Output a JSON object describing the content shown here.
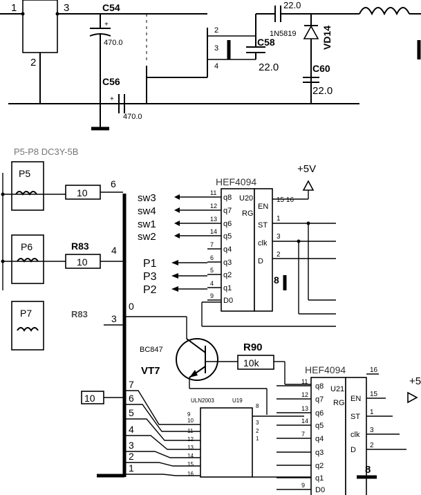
{
  "top": {
    "ref_c54": "C54",
    "val_c54": "470.0",
    "ref_c56": "C56",
    "val_c56": "470.0",
    "ref_c58": "C58",
    "val_c58": "22.0",
    "ref_c60": "C60",
    "val_c60": "22.0",
    "val_c_top": "22.0",
    "diode_part": "1N5819",
    "diode_ref": "VD14",
    "pin_1": "1",
    "pin_2": "2",
    "pin_3": "3",
    "ic_pin_2": "2",
    "ic_pin_3": "3",
    "ic_pin_4": "4",
    "cut_label": "P5-P8  DC3Y-5B"
  },
  "sensors": {
    "p5": "P5",
    "p6": "P6",
    "p7": "P7",
    "r_p5": "10",
    "r_p6": "10",
    "r_p6_ref": "R83",
    "r_p7_ref": "R83",
    "node_6": "6",
    "node_4": "4",
    "node_3": "3",
    "node_0": "0",
    "r_bus_lower": "10"
  },
  "u20": {
    "ref": "U20",
    "type": "RG",
    "part": "HEF4094",
    "pins_left": [
      {
        "num": "11",
        "name": "q8"
      },
      {
        "num": "12",
        "name": "q7"
      },
      {
        "num": "13",
        "name": "q6"
      },
      {
        "num": "14",
        "name": "q5"
      },
      {
        "num": "7",
        "name": "q4"
      },
      {
        "num": "6",
        "name": "q3"
      },
      {
        "num": "5",
        "name": "q2"
      },
      {
        "num": "4",
        "name": "q1"
      },
      {
        "num": "9",
        "name": "D0"
      }
    ],
    "pins_right": [
      {
        "num": "15 16",
        "name": "EN"
      },
      {
        "num": "1",
        "name": "ST"
      },
      {
        "num": "3",
        "name": "clk"
      },
      {
        "num": "2",
        "name": "D"
      }
    ],
    "gnd_pin": "8"
  },
  "signals": [
    "sw3",
    "sw4",
    "sw1",
    "sw2",
    "P1",
    "P3",
    "P2"
  ],
  "power": "+5V",
  "transistor": {
    "part": "BC847",
    "ref": "VT7"
  },
  "r90": {
    "ref": "R90",
    "value": "10k"
  },
  "uln": {
    "part": "ULN2003",
    "ref": "U19",
    "in_pins": [
      "9",
      "10",
      "11",
      "12",
      "13",
      "14",
      "15",
      "16"
    ],
    "out_pins": [
      "8",
      "3",
      "2",
      "1"
    ]
  },
  "bus_numbers": [
    "7",
    "6",
    "5",
    "4",
    "3",
    "2",
    "1"
  ],
  "u21": {
    "ref": "U21",
    "type": "RG",
    "part": "HEF4094",
    "pins_left": [
      {
        "num": "11",
        "name": "q8"
      },
      {
        "num": "12",
        "name": "q7"
      },
      {
        "num": "13",
        "name": "q6"
      },
      {
        "num": "14",
        "name": "q5"
      },
      {
        "num": "7",
        "name": "q4"
      },
      {
        "num": "",
        "name": "q3"
      },
      {
        "num": "",
        "name": "q2"
      },
      {
        "num": "",
        "name": "q1"
      },
      {
        "num": "9",
        "name": "D0"
      }
    ],
    "pins_right": [
      {
        "num": "16",
        "name": ""
      },
      {
        "num": "15",
        "name": "EN"
      },
      {
        "num": "1",
        "name": "ST"
      },
      {
        "num": "3",
        "name": "clk"
      },
      {
        "num": "2",
        "name": "D"
      }
    ],
    "gnd_pin": "8"
  },
  "power_right": "+5"
}
